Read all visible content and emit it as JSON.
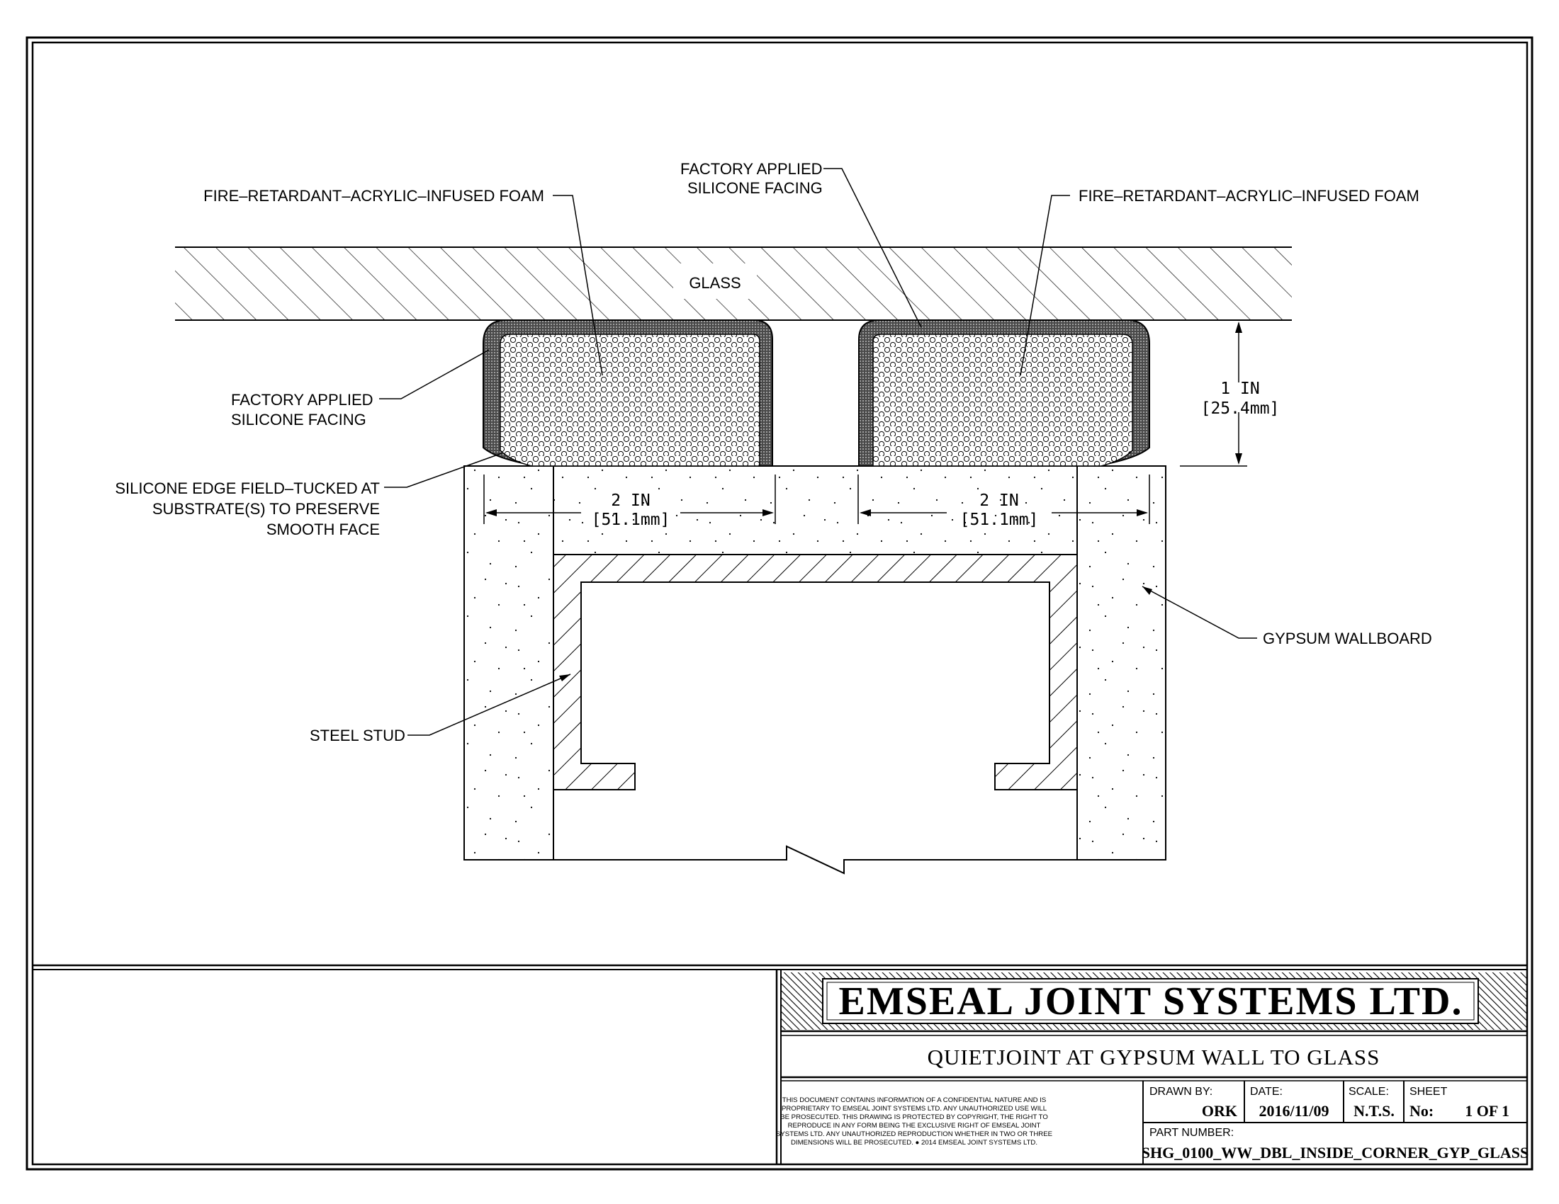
{
  "drawing": {
    "labels": {
      "foam_left": "FIRE–RETARDANT–ACRYLIC–INFUSED FOAM",
      "facing_top_1": "FACTORY APPLIED",
      "facing_top_2": "SILICONE FACING",
      "foam_right": "FIRE–RETARDANT–ACRYLIC–INFUSED FOAM",
      "glass": "GLASS",
      "facing_left_1": "FACTORY APPLIED",
      "facing_left_2": "SILICONE FACING",
      "edge_1": "SILICONE EDGE FIELD–TUCKED AT",
      "edge_2": "SUBSTRATE(S) TO PRESERVE",
      "edge_3": "SMOOTH FACE",
      "gypsum": "GYPSUM WALLBOARD",
      "stud": "STEEL STUD"
    },
    "dimensions": {
      "height_in": "1 IN",
      "height_mm": "[25.4mm]",
      "width_left_in": "2 IN",
      "width_left_mm": "[51.1mm]",
      "width_right_in": "2 IN",
      "width_right_mm": "[51.1mm]"
    }
  },
  "title_block": {
    "company": "EMSEAL JOINT SYSTEMS LTD.",
    "drawing_title": "QUIETJOINT AT GYPSUM WALL TO GLASS",
    "notice_lines": [
      "THIS DOCUMENT CONTAINS INFORMATION OF A CONFIDENTIAL NATURE AND IS",
      "PROPRIETARY TO EMSEAL JOINT SYSTEMS LTD. ANY UNAUTHORIZED USE WILL",
      "BE PROSECUTED. THIS DRAWING IS PROTECTED BY COPYRIGHT, THE RIGHT TO",
      "REPRODUCE IN ANY FORM BEING THE EXCLUSIVE RIGHT OF EMSEAL JOINT",
      "SYSTEMS LTD. ANY UNAUTHORIZED REPRODUCTION WHETHER IN TWO OR THREE",
      "DIMENSIONS WILL BE PROSECUTED. ● 2014 EMSEAL JOINT SYSTEMS LTD."
    ],
    "drawn_by_label": "DRAWN BY:",
    "drawn_by": "ORK",
    "date_label": "DATE:",
    "date": "2016/11/09",
    "scale_label": "SCALE:",
    "scale": "N.T.S.",
    "sheet_label": "SHEET",
    "sheet_no_label": "No:",
    "sheet": "1 OF 1",
    "part_number_label": "PART NUMBER:",
    "part_number": "SHG_0100_WW_DBL_INSIDE_CORNER_GYP_GLASS"
  }
}
